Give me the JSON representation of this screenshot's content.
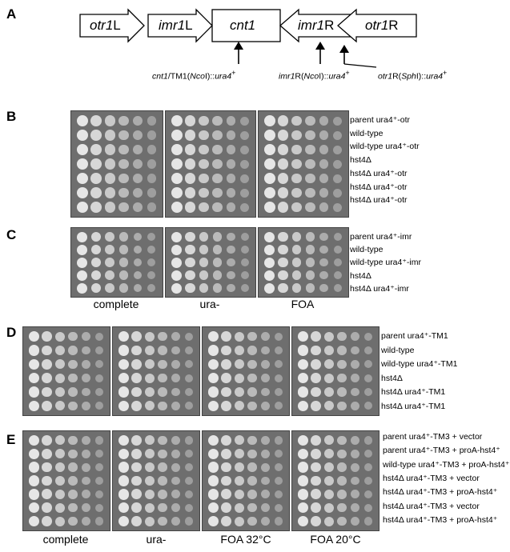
{
  "panels": {
    "A": {
      "letter": "A",
      "elements": [
        {
          "name": "otr1",
          "suffix": "L"
        },
        {
          "name": "imr1",
          "suffix": "L"
        },
        {
          "name": "cnt1",
          "suffix": ""
        },
        {
          "name": "imr1",
          "suffix": "R"
        },
        {
          "name": "otr1",
          "suffix": "R"
        }
      ],
      "insertions": [
        {
          "pre": "cnt1",
          "mid": "/TM1(",
          "ital": "Nco",
          "post": "I)::",
          "gene": "ura4",
          "sup": "+"
        },
        {
          "pre": "imr1",
          "mid": "R(",
          "ital": "Nco",
          "post": "I)::",
          "gene": "ura4",
          "sup": "+"
        },
        {
          "pre": "otr1",
          "mid": "R(",
          "ital": "Sph",
          "post": "I)::",
          "gene": "ura4",
          "sup": "+"
        }
      ]
    },
    "B": {
      "letter": "B",
      "strains": [
        "parent ura4⁺-otr",
        "wild-type",
        "wild-type ura4⁺-otr",
        "hst4Δ",
        "hst4Δ ura4⁺-otr",
        "hst4Δ ura4⁺-otr",
        "hst4Δ ura4⁺-otr"
      ]
    },
    "C": {
      "letter": "C",
      "strains": [
        "parent ura4⁺-imr",
        "wild-type",
        "wild-type ura4⁺-imr",
        "hst4Δ",
        "hst4Δ ura4⁺-imr"
      ],
      "conditions": [
        "complete",
        "ura-",
        "FOA"
      ]
    },
    "D": {
      "letter": "D",
      "strains": [
        "parent ura4⁺-TM1",
        "wild-type",
        "wild-type ura4⁺-TM1",
        "hst4Δ",
        "hst4Δ ura4⁺-TM1",
        "hst4Δ ura4⁺-TM1"
      ]
    },
    "E": {
      "letter": "E",
      "strains": [
        "parent ura4⁺-TM3 + vector",
        "parent ura4⁺-TM3 + proA-hst4⁺",
        "wild-type ura4⁺-TM3 + proA-hst4⁺",
        "hst4Δ ura4⁺-TM3 + vector",
        "hst4Δ ura4⁺-TM3 + proA-hst4⁺",
        "hst4Δ ura4⁺-TM3 + vector",
        "hst4Δ ura4⁺-TM3 + proA-hst4⁺"
      ],
      "conditions": [
        "complete",
        "ura-",
        "FOA 32°C",
        "FOA 20°C"
      ]
    }
  },
  "colors": {
    "plate": "#6e6e6e",
    "colony": "#e6e6e6"
  }
}
